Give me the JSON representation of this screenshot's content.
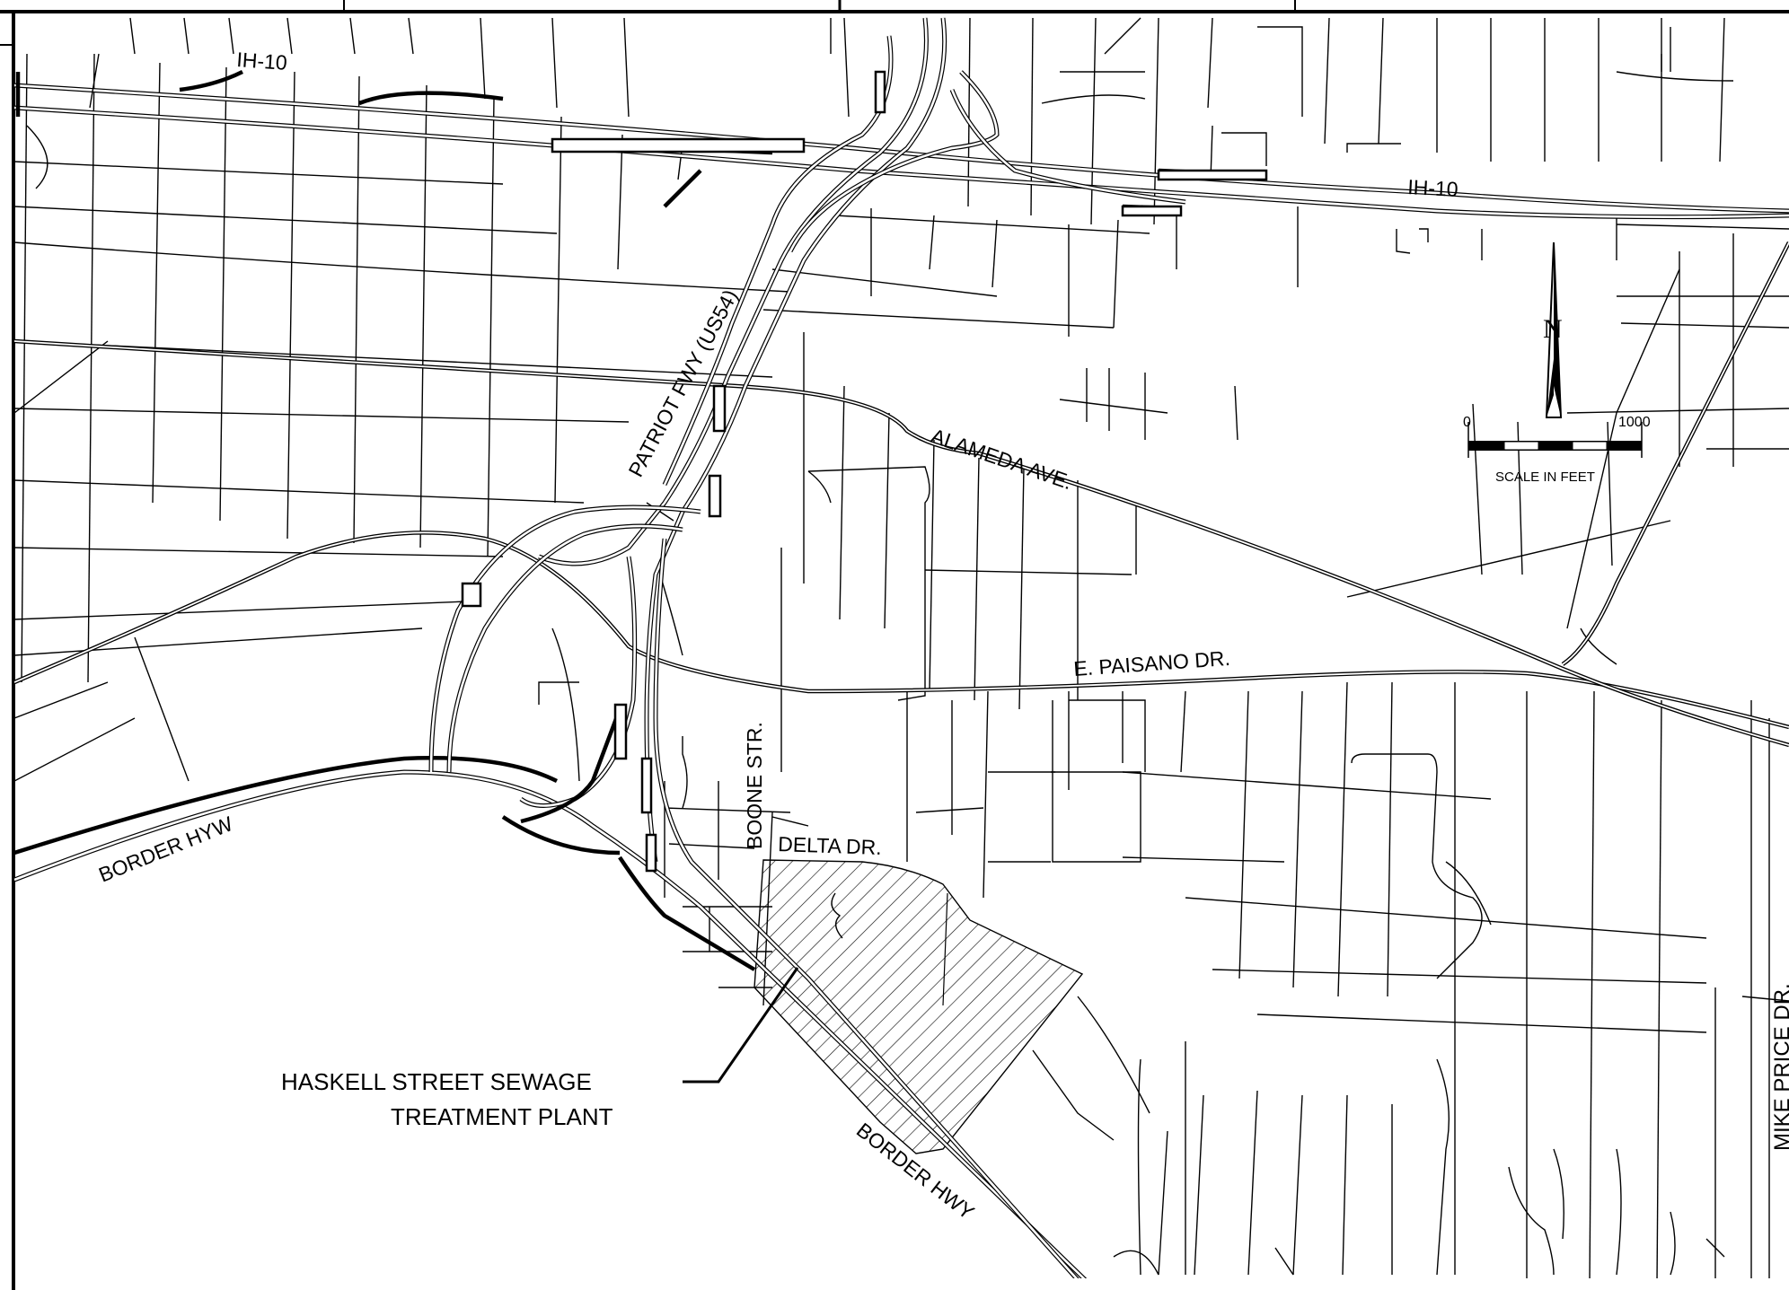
{
  "labels": {
    "ih10_west": "IH-10",
    "ih10_east": "IH-10",
    "patriot_fwy": "PATRIOT FWY (US54)",
    "alameda": "ALAMEDA AVE.",
    "paisano": "E. PAISANO DR.",
    "boone": "BOONE STR.",
    "delta": "DELTA DR.",
    "border_hyw": "BORDER HYW",
    "border_hwy": "BORDER HWY",
    "mike_price": "MIKE PRICE DR.",
    "plant_line1": "HASKELL STREET SEWAGE",
    "plant_line2": "TREATMENT PLANT"
  },
  "north_arrow": {
    "letter": "N"
  },
  "scale_bar": {
    "start": "0",
    "end": "1000",
    "caption": "SCALE IN FEET"
  },
  "colors": {
    "ink": "#000000",
    "paper": "#ffffff"
  }
}
